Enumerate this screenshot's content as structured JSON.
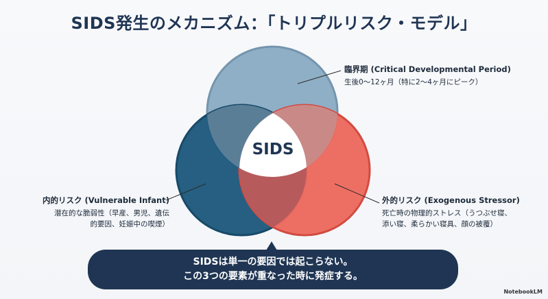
{
  "title": "SIDS発生のメカニズム：「トリプルリスク・モデル」",
  "center_label": "SIDS",
  "circles": {
    "critical": {
      "title": "臨界期 (Critical Developmental Period)",
      "lines": [
        "生後0〜12ヶ月（特に2〜4ヶ月にピーク）"
      ],
      "color": "#8fafc6"
    },
    "vulnerable": {
      "title": "内的リスク (Vulnerable Infant)",
      "lines": [
        "潜在的な脆弱性（早産、男児、遺伝",
        "的要因、妊娠中の喫煙）"
      ],
      "color": "#1f5a7d"
    },
    "exogenous": {
      "title": "外的リスク (Exogenous Stressor)",
      "lines": [
        "死亡時の物理的ストレス（うつぶせ寝、",
        "添い寝、柔らかい寝具、顔の被覆）"
      ],
      "color": "#ec6a5e"
    }
  },
  "callout": {
    "lines": [
      "SIDSは単一の要因では起こらない。",
      "この3つの要素が重なった時に発症する。"
    ]
  },
  "watermark": "NotebookLM"
}
